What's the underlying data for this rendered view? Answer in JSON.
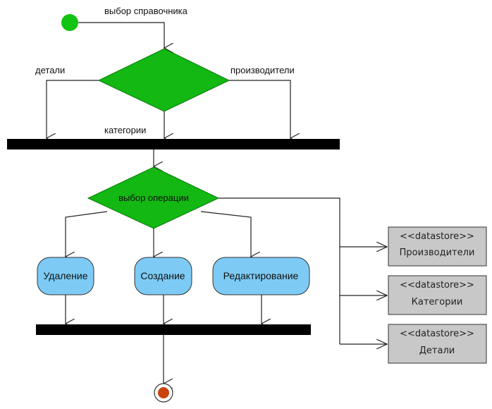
{
  "diagram": {
    "type": "uml-activity",
    "colors": {
      "decision": "#13b813",
      "start": "#11c411",
      "activity": "#7dcbf5",
      "datastore": "#c8c8c8",
      "final_dot": "#c9440d",
      "bar": "#000000"
    },
    "edges": {
      "start_to_decision": "выбор справочника",
      "branch_left": "детали",
      "branch_center": "категории",
      "branch_right": "производители"
    },
    "decision_operation": "выбор операции",
    "activities": [
      {
        "label": "Удаление"
      },
      {
        "label": "Создание"
      },
      {
        "label": "Редактирование"
      }
    ],
    "datastores": [
      {
        "stereotype": "<<datastore>>",
        "name": "Производители"
      },
      {
        "stereotype": "<<datastore>>",
        "name": "Категории"
      },
      {
        "stereotype": "<<datastore>>",
        "name": "Детали"
      }
    ]
  }
}
